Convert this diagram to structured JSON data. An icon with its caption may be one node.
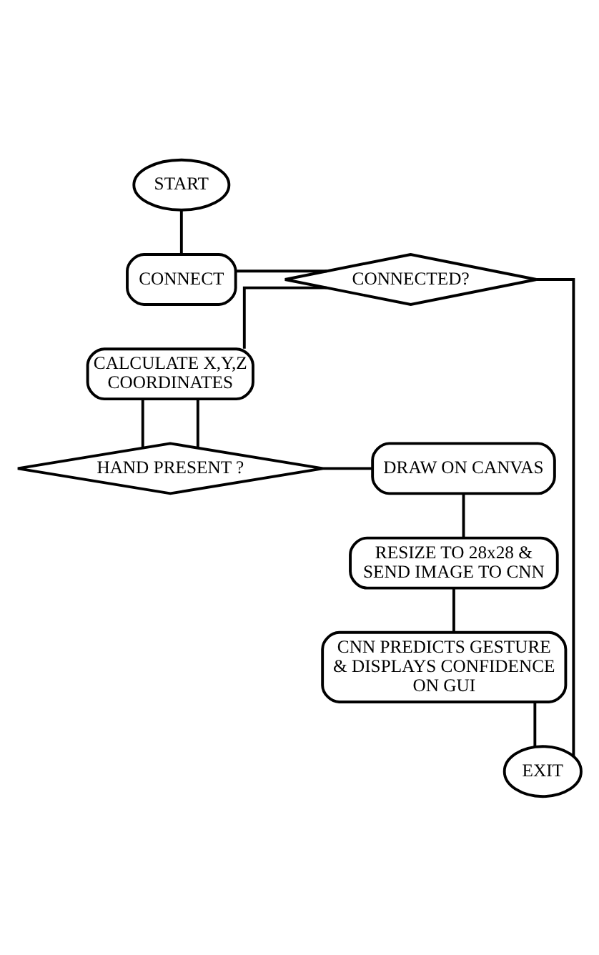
{
  "diagram": {
    "nodes": [
      {
        "text": [
          "START"
        ]
      },
      {
        "text": [
          "CONNECT"
        ]
      },
      {
        "text": [
          "CONNECTED?"
        ]
      },
      {
        "text": [
          "CALCULATE X,Y,Z COORDINATES"
        ]
      },
      {
        "text": [
          "DRAW ON CANVAS"
        ]
      },
      {
        "text": [
          "HAND PRESENT ?"
        ]
      },
      {
        "text": [
          "RESIZE TO 28x28 & SEND IMAGE TO CNN"
        ]
      },
      {
        "text": [
          "CNN PREDICTS GESTURE & DISPLAYS CONFIDENCE ON GUI"
        ]
      },
      {
        "text": [
          "EXIT"
        ]
      }
    ],
    "edges": [
      {
        "from": 0,
        "to": 1,
        "arrow": "none"
      },
      {
        "from": 1,
        "to": 2,
        "arrow": "none"
      },
      {
        "from": 2,
        "to": 3,
        "arrow": "none"
      },
      {
        "from": 2,
        "to": 8,
        "arrow": "none"
      },
      {
        "from": 3,
        "to": 5,
        "arrow": "none"
      },
      {
        "from": 3,
        "to": 5,
        "arrow": "none"
      },
      {
        "from": 5,
        "to": 4,
        "arrow": "none"
      },
      {
        "from": 4,
        "to": 6,
        "arrow": "none"
      },
      {
        "from": 6,
        "to": 7,
        "arrow": "none"
      },
      {
        "from": 7,
        "to": 8,
        "arrow": "none"
      }
    ]
  }
}
